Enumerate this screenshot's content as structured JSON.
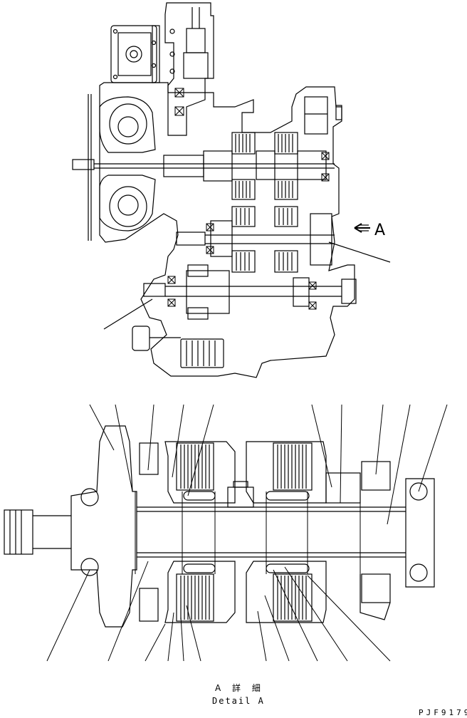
{
  "view_label": "A",
  "detail_caption_jp": "A 詳 細",
  "detail_caption_en": "Detail A",
  "part_id": "PJF9179",
  "colors": {
    "line": "#000000",
    "background": "#ffffff"
  }
}
